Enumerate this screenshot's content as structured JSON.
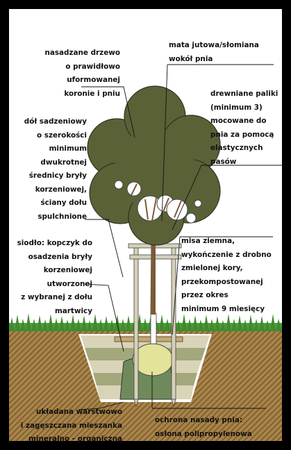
{
  "labels": {
    "tree": "nasadzane drzewo\no prawidłowo\nuformowanej\nkoronie i pniu",
    "mat": "mata jutowa/słomiana\nwokół pnia",
    "stakes": "drewniane paliki\n(minimum 3)\nmocowane do\npnia za pomocą\nelastycznych\npasów",
    "pit": "dół sadzeniowy\no szerokości\nminimum\ndwukrotnej\nśrednicy bryły\nkorzeniowej,\nściany dołu\nspulchnione",
    "saddle": "siodło: kopczyk do\nosadzenia bryły\nkorzeniowej\nutworzonej\nz wybranej z dołu\nmartwicy",
    "bowl": "misa ziemna,\nwykończenie z drobno\nzmielonej kory,\nprzekompostowanej\nprzez okres\nminimum 9 miesięcy",
    "layers": "układana warstwowo\ni zagęszczana mieszanka\nmineralno - organiczna",
    "protection": "ochrona nasady pnia:\nosłona polipropylenowa"
  },
  "colors": {
    "crown": "#5a6137",
    "soil": "#a8844a",
    "soil_dark": "#7a5a2a",
    "grass": "#4f9a3a",
    "root_ball": "#e3e39a",
    "pit_band_light": "#d9d3b8",
    "pit_band_dark": "#a3a77c",
    "saddle": "#6f8a5a",
    "stake": "#d6d0b8"
  }
}
